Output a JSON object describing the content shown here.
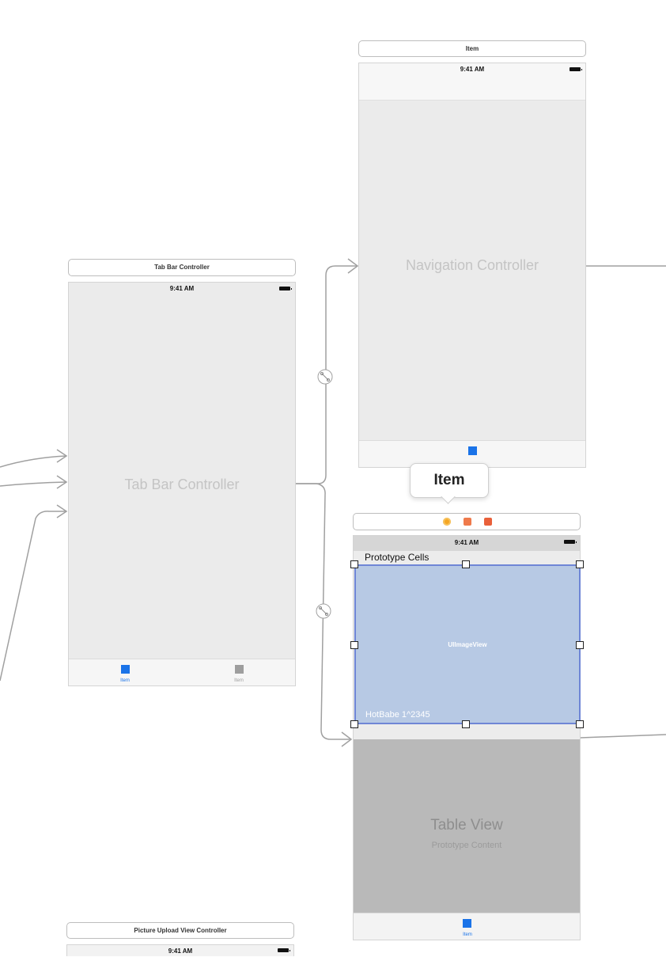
{
  "status_time": "9:41 AM",
  "tab_bar_controller": {
    "title": "Tab Bar Controller",
    "center_label": "Tab Bar Controller",
    "tabs": [
      {
        "label": "Item",
        "selected": true
      },
      {
        "label": "Item",
        "selected": false
      }
    ]
  },
  "navigation_controller": {
    "title": "Item",
    "center_label": "Navigation Controller"
  },
  "tooltip": {
    "text": "Item"
  },
  "table_scene": {
    "prototype_cells_label": "Prototype Cells",
    "image_view_label": "UIImageView",
    "cell_text": "HotBabe 1^2345",
    "table_view_label": "Table View",
    "prototype_content_label": "Prototype Content",
    "tab_label": "Item",
    "dock_icons": [
      "view-controller-icon",
      "first-responder-icon",
      "exit-icon"
    ]
  },
  "picture_upload": {
    "title": "Picture Upload View Controller"
  },
  "colors": {
    "accent": "#1a73e8",
    "selection_fill": "#b7c9e4",
    "selection_border": "#6f86d6",
    "table_gray": "#b9b9b9",
    "segue_line": "#9a9a9a"
  }
}
